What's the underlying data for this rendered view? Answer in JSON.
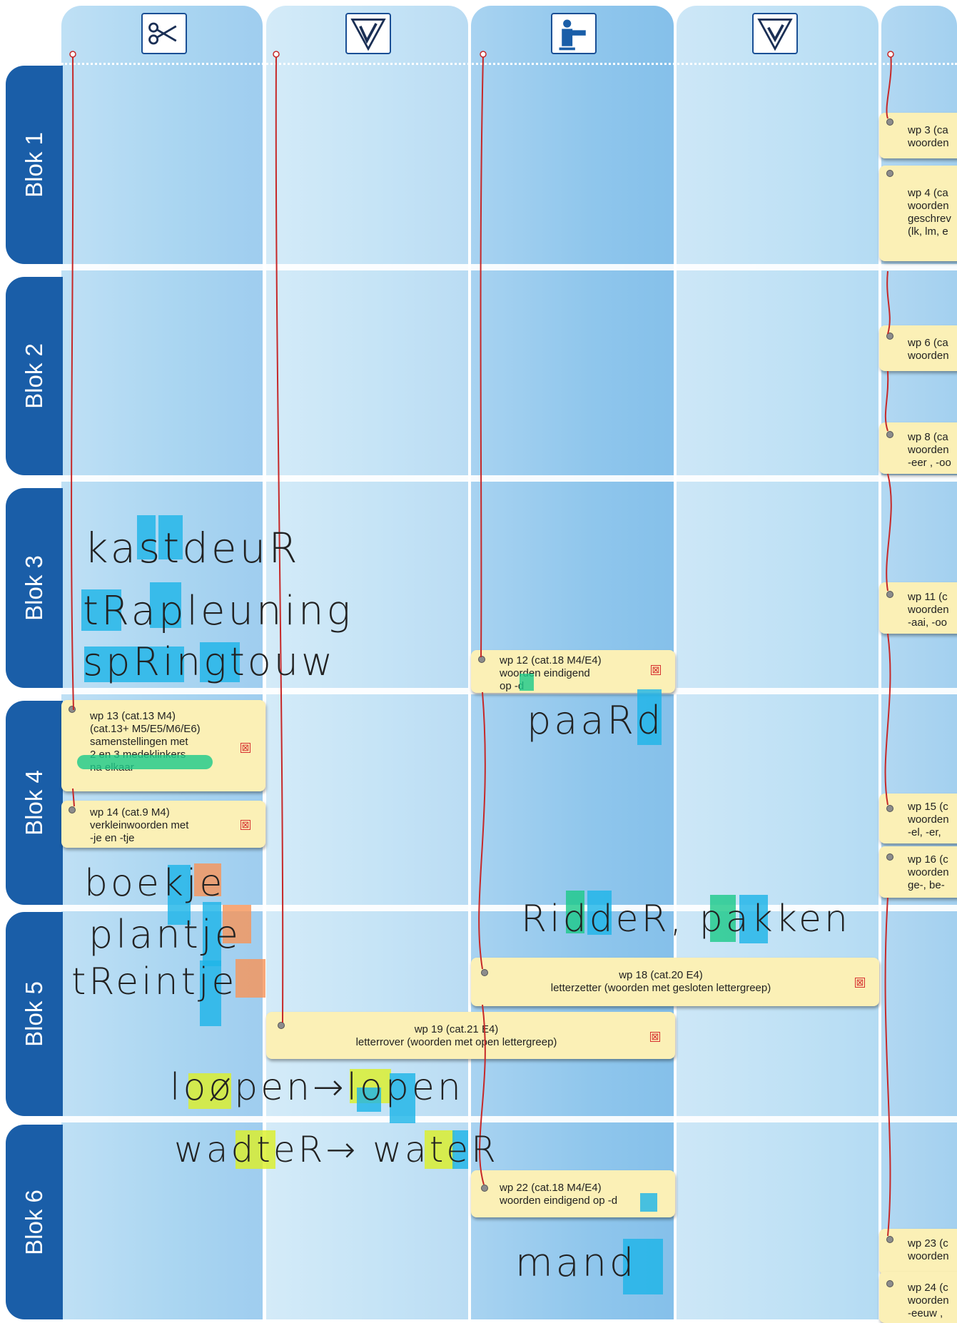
{
  "header": {
    "icons": [
      {
        "name": "scissors-icon"
      },
      {
        "name": "checkmark-knife-icon"
      },
      {
        "name": "pointing-figure-icon"
      },
      {
        "name": "checkmark-hammer-icon"
      }
    ]
  },
  "blokken": [
    {
      "label": "Blok 1"
    },
    {
      "label": "Blok 2"
    },
    {
      "label": "Blok 3"
    },
    {
      "label": "Blok 4"
    },
    {
      "label": "Blok 5"
    },
    {
      "label": "Blok 6"
    }
  ],
  "cards": {
    "wp12": {
      "text": "wp 12 (cat.18 M4/E4)\nwoorden eindigend\nop -d"
    },
    "wp13": {
      "text": "wp 13 (cat.13 M4)\n(cat.13+ M5/E5/M6/E6)\nsamenstellingen   met\n2 en  3  medeklinkers\nna elkaar"
    },
    "wp14": {
      "text": "wp 14 (cat.9 M4)\nverkleinwoorden met\n-je en  -tje"
    },
    "wp18": {
      "text": "wp 18 (cat.20 E4)\nletterzetter (woorden met gesloten lettergreep)"
    },
    "wp19": {
      "text": "wp 19 (cat.21 E4)\nletterrover (woorden met open lettergreep)"
    },
    "wp22": {
      "text": "wp 22 (cat.18 M4/E4)\nwoorden eindigend op  -d"
    },
    "wp3": {
      "text": "wp 3 (ca\nwoorden"
    },
    "wp4": {
      "text": "wp 4 (ca\nwoorden\ngeschrev\n(lk, lm, e"
    },
    "wp6": {
      "text": "wp 6 (ca\nwoorden"
    },
    "wp8": {
      "text": "wp 8 (ca\nwoorden\n-eer , -oo"
    },
    "wp11": {
      "text": "wp 11 (c\nwoorden\n-aai, -oo"
    },
    "wp15": {
      "text": "wp 15 (c\nwoorden\n-el, -er,"
    },
    "wp16": {
      "text": "wp 16 (c\nwoorden\nge-, be-"
    },
    "wp23": {
      "text": "wp 23 (c\nwoorden"
    },
    "wp24": {
      "text": "wp 24 (c\nwoorden\n-eeuw ,"
    },
    "remove_mark": "⊠"
  },
  "handwriting": {
    "kastdeur": "kastdeuR",
    "trapleuning": "tRapleuning",
    "springtouw": "spRingtouw",
    "paard": "paaRd",
    "boekje": "boekje",
    "plantje": "plantje",
    "treintje": "tReintje",
    "ridder": "RiddeR, pakken",
    "lopen": "loøpen→lopen",
    "water": "wadteR→ wateR",
    "mand": "mand"
  },
  "colors": {
    "blok_bg": "#1a5ea8",
    "card_bg": "#fbf0b6",
    "line": "#c62828",
    "hl_blue": "#1fb4e8",
    "hl_green": "#1ec98a",
    "hl_orange": "#f7955a",
    "hl_yellow": "#dcef2a"
  }
}
